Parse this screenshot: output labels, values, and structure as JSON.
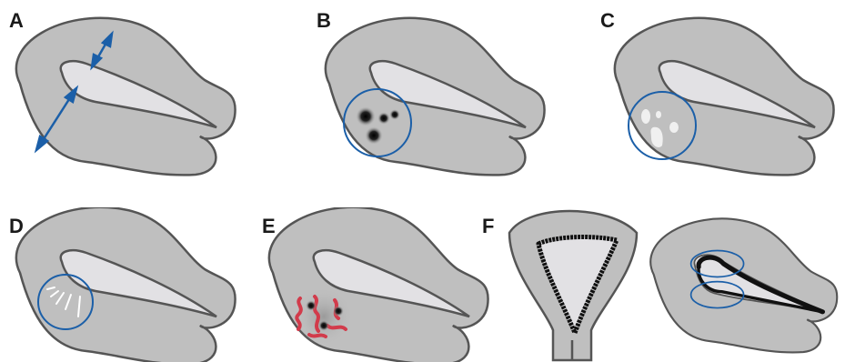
{
  "labels": {
    "a": "A",
    "b": "B",
    "c": "C",
    "d": "D",
    "e": "E",
    "f": "F"
  },
  "colors": {
    "organ_fill": "#bfbfbf",
    "organ_stroke": "#555555",
    "cavity_fill": "#e2e1e4",
    "circle_stroke": "#1b5fa8",
    "arrow": "#1b5fa8",
    "fibroid_red": "#d23b4b",
    "dark_spot": "#1a1a1a",
    "white_spot": "#f0f0f0"
  },
  "icons": {
    "arrow_icon": "double-headed-arrow",
    "circle_icon": "highlight-circle"
  }
}
